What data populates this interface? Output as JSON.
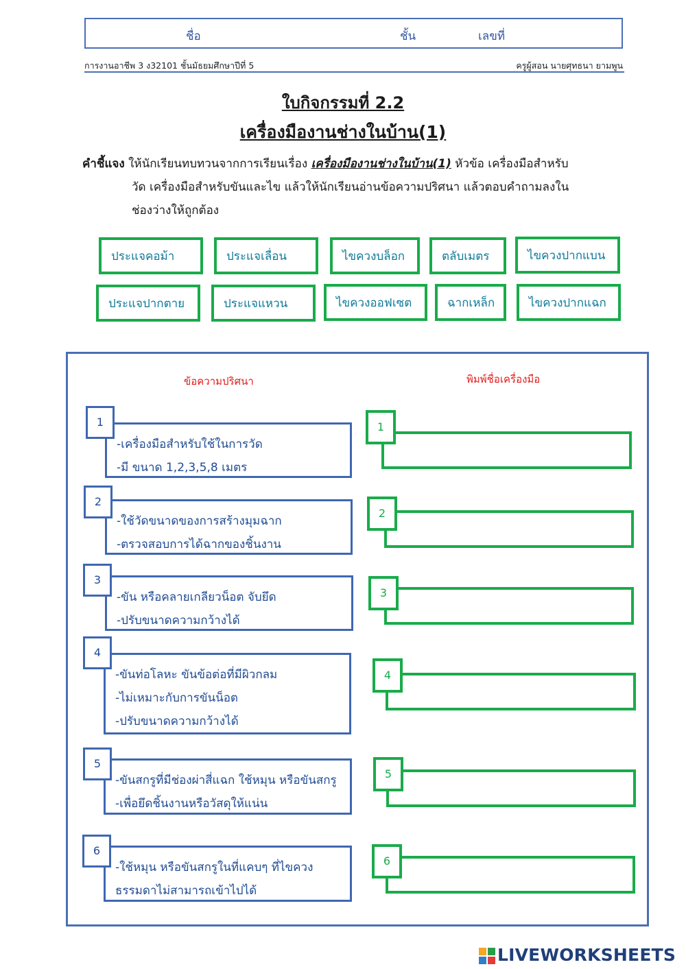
{
  "header": {
    "name_label": "ชื่อ",
    "grade_label": "ชั้น",
    "number_label": "เลขที่",
    "course": "การงานอาชีพ 3 ง32101 ชั้นมัธยมศึกษาปีที่ 5",
    "teacher": "ครูผู้สอน นายศุทธนา  ยามพูน"
  },
  "title": {
    "activity": "ใบกิจกรรมที่ 2.2",
    "topic": "เครื่องมืองานช่างในบ้าน(1)"
  },
  "instructions": {
    "label": "คำชี้แจง",
    "part1": " ให้นักเรียนทบทวนจากการเรียนเรื่อง ",
    "topic": "เครื่องมืองานช่างในบ้าน(1)",
    "part2": " หัวข้อ เครื่องมือสำหรับ",
    "line2": "วัด เครื่องมือสำหรับขันและไข แล้วให้นักเรียนอ่านข้อความปริศนา แล้วตอบคำถามลงใน",
    "line3": "ช่องว่างให้ถูกต้อง"
  },
  "word_bank": [
    "ประแจคอม้า",
    "ประแจเลื่อน",
    "ไขควงบล็อก",
    "ตลับเมตร",
    "ไขควงปากแบน",
    "ประแจปากตาย",
    "ประแจแหวน",
    "ไขควงออฟเซต",
    "ฉากเหล็ก",
    "ไขควงปากแฉก"
  ],
  "columns": {
    "riddle_header": "ข้อความปริศนา",
    "answer_header": "พิมพ์ชื่อเครื่องมือ"
  },
  "riddles": [
    {
      "number": "1",
      "lines": [
        "-เครื่องมือสำหรับใช้ในการวัด",
        "-มี ขนาด 1,2,3,5,8 เมตร"
      ]
    },
    {
      "number": "2",
      "lines": [
        "-ใช้วัดขนาดของการสร้างมุมฉาก",
        "-ตรวจสอบการได้ฉากของชิ้นงาน"
      ]
    },
    {
      "number": "3",
      "lines": [
        "-ขัน หรือคลายเกลียวน็อต จับยึด",
        "-ปรับขนาดความกว้างได้"
      ]
    },
    {
      "number": "4",
      "lines": [
        "-ขันท่อโลหะ ขันข้อต่อที่มีผิวกลม",
        "-ไม่เหมาะกับการขันน็อต",
        "-ปรับขนาดความกว้างได้"
      ]
    },
    {
      "number": "5",
      "lines": [
        "-ขันสกรูที่มีช่องผ่าสี่แฉก ใช้หมุน หรือขันสกรู",
        "-เพื่อยึดชิ้นงานหรือวัสดุให้แน่น"
      ]
    },
    {
      "number": "6",
      "lines": [
        "-ใช้หมุน หรือขันสกรูในที่แคบๆ ที่ไขควง",
        "ธรรมดาไม่สามารถเข้าไปได้"
      ]
    }
  ],
  "answers": [
    {
      "number": "1",
      "value": ""
    },
    {
      "number": "2",
      "value": ""
    },
    {
      "number": "3",
      "value": ""
    },
    {
      "number": "4",
      "value": ""
    },
    {
      "number": "5",
      "value": ""
    },
    {
      "number": "6",
      "value": ""
    }
  ],
  "footer": {
    "brand": "LIVEWORKSHEETS",
    "logo_icon": "liveworksheets-logo-icon"
  },
  "colors": {
    "blue_border": "#3f67b1",
    "green_border": "#1aab4b",
    "header_red": "#e11b1b"
  }
}
